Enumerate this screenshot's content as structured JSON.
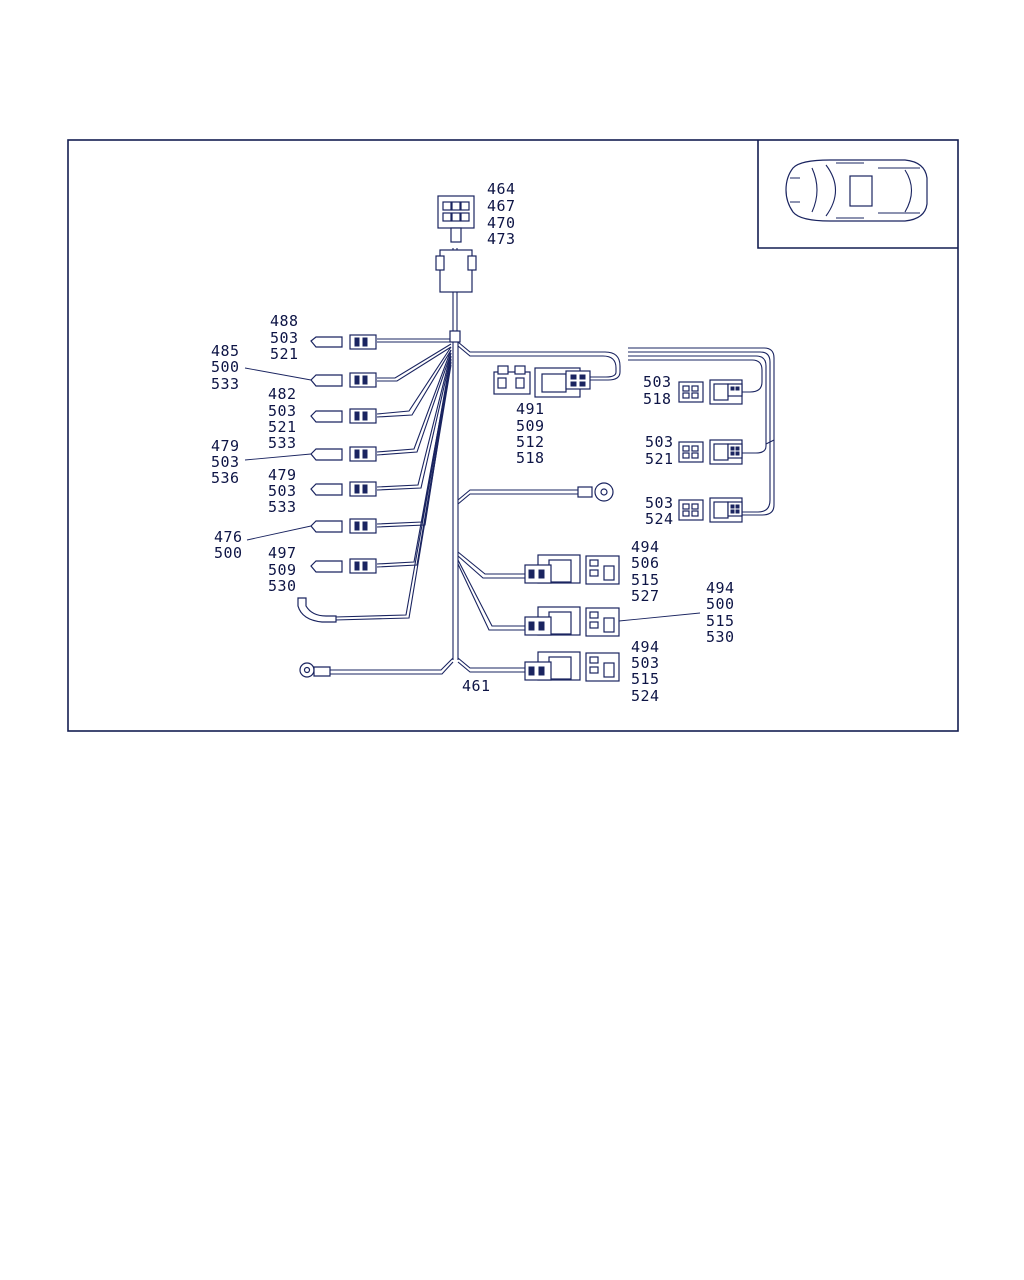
{
  "callouts": {
    "top_connector": [
      "464",
      "467",
      "470",
      "473"
    ],
    "left_1": [
      "488",
      "503",
      "521"
    ],
    "left_2": [
      "485",
      "500",
      "533"
    ],
    "left_3": [
      "482",
      "503",
      "521",
      "533"
    ],
    "left_4": [
      "479",
      "503",
      "536"
    ],
    "left_5": [
      "479",
      "503",
      "533"
    ],
    "left_6": [
      "476",
      "500"
    ],
    "left_7": [
      "497",
      "509",
      "530"
    ],
    "center_module": [
      "491",
      "509",
      "512",
      "518"
    ],
    "right_1": [
      "503",
      "518"
    ],
    "right_2": [
      "503",
      "521"
    ],
    "right_3": [
      "503",
      "524"
    ],
    "lower_1": [
      "494",
      "506",
      "515",
      "527"
    ],
    "lower_2": [
      "494",
      "500",
      "515",
      "530"
    ],
    "lower_3": [
      "494",
      "503",
      "515",
      "524"
    ],
    "harness": [
      "461"
    ]
  },
  "icons": {
    "vehicle_locator": "car-top-view-icon"
  }
}
